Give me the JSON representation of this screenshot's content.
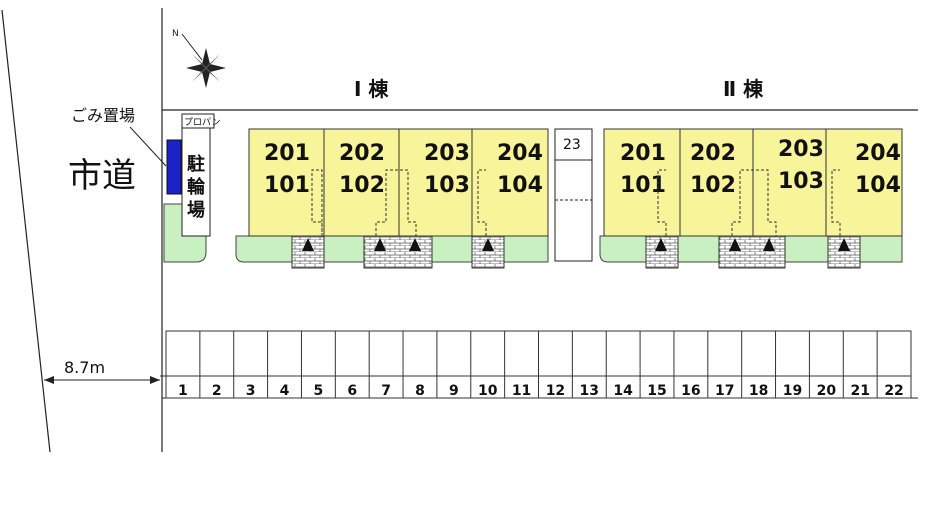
{
  "road": {
    "label": "市道",
    "width_label": "8.7m"
  },
  "garbage": {
    "label": "ごみ置場"
  },
  "propane": {
    "label": "プロパン"
  },
  "bicycle": {
    "label": [
      "駐",
      "輪",
      "場"
    ]
  },
  "buildings": [
    {
      "name": "Ⅰ 棟",
      "units": [
        {
          "upper": "201",
          "lower": "101"
        },
        {
          "upper": "202",
          "lower": "102"
        },
        {
          "upper": "203",
          "lower": "103"
        },
        {
          "upper": "204",
          "lower": "104"
        }
      ]
    },
    {
      "name": "Ⅱ 棟",
      "units": [
        {
          "upper": "201",
          "lower": "101"
        },
        {
          "upper": "202",
          "lower": "102"
        },
        {
          "upper": "203",
          "lower": "103"
        },
        {
          "upper": "204",
          "lower": "104"
        }
      ]
    }
  ],
  "extra_slot": "23",
  "parking": [
    "1",
    "2",
    "3",
    "4",
    "5",
    "6",
    "7",
    "8",
    "9",
    "10",
    "11",
    "12",
    "13",
    "14",
    "15",
    "16",
    "17",
    "18",
    "19",
    "20",
    "21",
    "22"
  ],
  "colors": {
    "unit_fill": "#f7f49a",
    "green": "#c8f0c0",
    "garbage_blue": "#1c22c8",
    "line": "#222222"
  }
}
